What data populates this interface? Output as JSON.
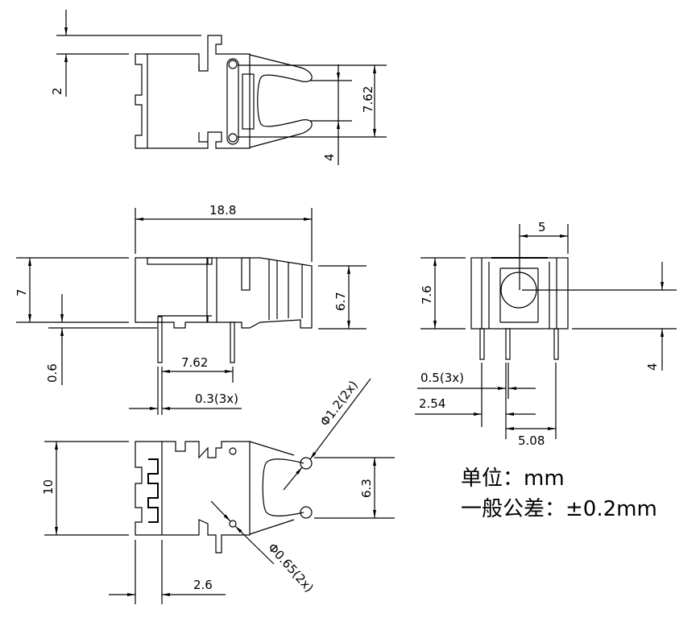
{
  "dimensions": {
    "top_2": "2",
    "top_762": "7.62",
    "top_4": "4",
    "side_188": "18.8",
    "side_7": "7",
    "side_06": "0.6",
    "side_67": "6.7",
    "side_762": "7.62",
    "side_03": "0.3(3x)",
    "front_5": "5",
    "front_76": "7.6",
    "front_4": "4",
    "front_05": "0.5(3x)",
    "front_254": "2.54",
    "front_508": "5.08",
    "bottom_10": "10",
    "bottom_63": "6.3",
    "bottom_26": "2.6",
    "bottom_phi12": "Φ1.2(2x)",
    "bottom_phi065": "Φ0.65(2x)"
  },
  "notes": {
    "unit": "单位：mm",
    "tolerance": "一般公差：±0.2mm"
  }
}
